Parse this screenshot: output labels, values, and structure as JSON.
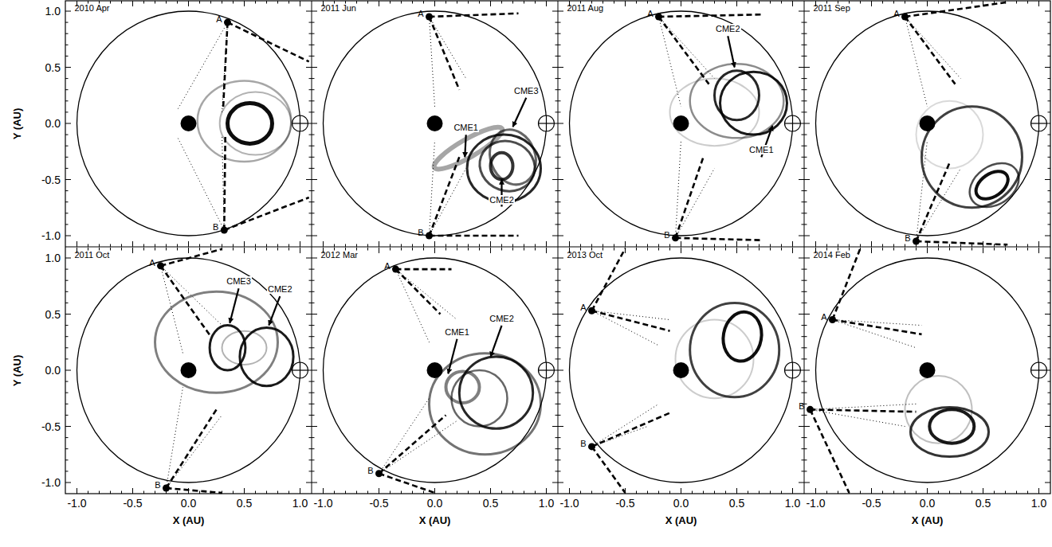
{
  "diagram": {
    "labels": [
      "2010 Apr",
      "A",
      "B",
      "2011 Jun",
      "A",
      "B",
      "CME1",
      "CME3",
      "CME2",
      "2011 Aug",
      "A",
      "B",
      "CME2",
      "CME1",
      "2011 Sep",
      "A",
      "B",
      "2011 Oct",
      "A",
      "B",
      "CME3",
      "CME2",
      "2012 Mar",
      "A",
      "B",
      "CME1",
      "CME2",
      "2013 Oct",
      "A",
      "B",
      "2014 Feb",
      "A",
      "B",
      "1.0",
      "0.5",
      "0.0",
      "-0.5",
      "-1.0",
      "1.0",
      "0.5",
      "0.0",
      "-0.5",
      "-1.0",
      "Y (AU)",
      "Y (AU)",
      "-1.0",
      "-0.5",
      "0.0",
      "0.5",
      "1.0",
      "-1.0",
      "-0.5",
      "0.0",
      "0.5",
      "1.0",
      "-1.0",
      "-0.5",
      "0.0",
      "0.5",
      "1.0",
      "-1.0",
      "-0.5",
      "0.0",
      "0.5",
      "1.0",
      "X (AU)",
      "X (AU)",
      "X (AU)",
      "X (AU)"
    ]
  }
}
